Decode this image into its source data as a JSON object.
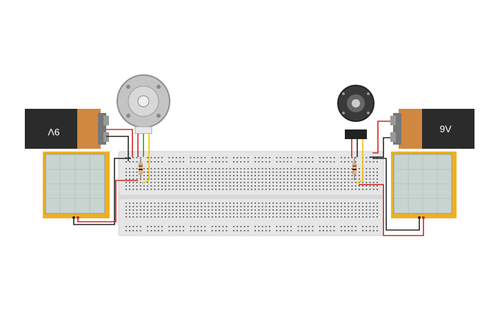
{
  "circuit": {
    "batteries": [
      {
        "id": "battery-left",
        "label": "9V"
      },
      {
        "id": "battery-right",
        "label": "9V"
      }
    ],
    "motors": [
      {
        "id": "motor-left",
        "kind": "gearmotor-silver"
      },
      {
        "id": "motor-right",
        "kind": "gearmotor-black"
      }
    ],
    "colors": {
      "battery_body": "#2b2b2b",
      "battery_cap": "#d08840",
      "panel_frame": "#f0b020",
      "panel_screen": "#c8d4d0",
      "breadboard": "#e6e6e6",
      "wire_red": "#d02020",
      "wire_black": "#222222",
      "wire_yellow": "#f0c000",
      "wire_green": "#20a030"
    }
  }
}
